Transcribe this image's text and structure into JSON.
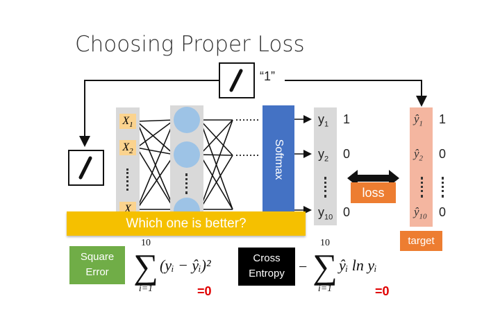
{
  "title": "Choosing Proper Loss",
  "label_one": "“1”",
  "inputs": {
    "x1": "X",
    "x1_sub": "1",
    "x2": "X",
    "x2_sub": "2",
    "xn": "X"
  },
  "softmax": "Softmax",
  "outputs": [
    {
      "name": "y",
      "sub": "1",
      "value": "1"
    },
    {
      "name": "y",
      "sub": "2",
      "value": "0"
    },
    {
      "name": "y",
      "sub": "10",
      "value": "0"
    }
  ],
  "targets": [
    {
      "name": "ŷ",
      "sub": "1",
      "value": "1"
    },
    {
      "name": "ŷ",
      "sub": "2",
      "value": "0"
    },
    {
      "name": "ŷ",
      "sub": "10",
      "value": "0"
    }
  ],
  "loss_label": "loss",
  "target_label": "target",
  "banner": "Which one is better?",
  "square_error": {
    "label_line1": "Square",
    "label_line2": "Error",
    "upper": "10",
    "lower": "i=1",
    "expr": "(yᵢ − ŷᵢ)²",
    "result": "=0"
  },
  "cross_entropy": {
    "label_line1": "Cross",
    "label_line2": "Entropy",
    "prefix": "−",
    "upper": "10",
    "lower": "i=1",
    "expr": "ŷᵢ ln yᵢ",
    "result": "=0"
  },
  "colors": {
    "softmax": "#4472c4",
    "orange": "#ed7d31",
    "banner": "#f5c000",
    "green": "#70ad47",
    "target_col": "#f4b6a0"
  }
}
